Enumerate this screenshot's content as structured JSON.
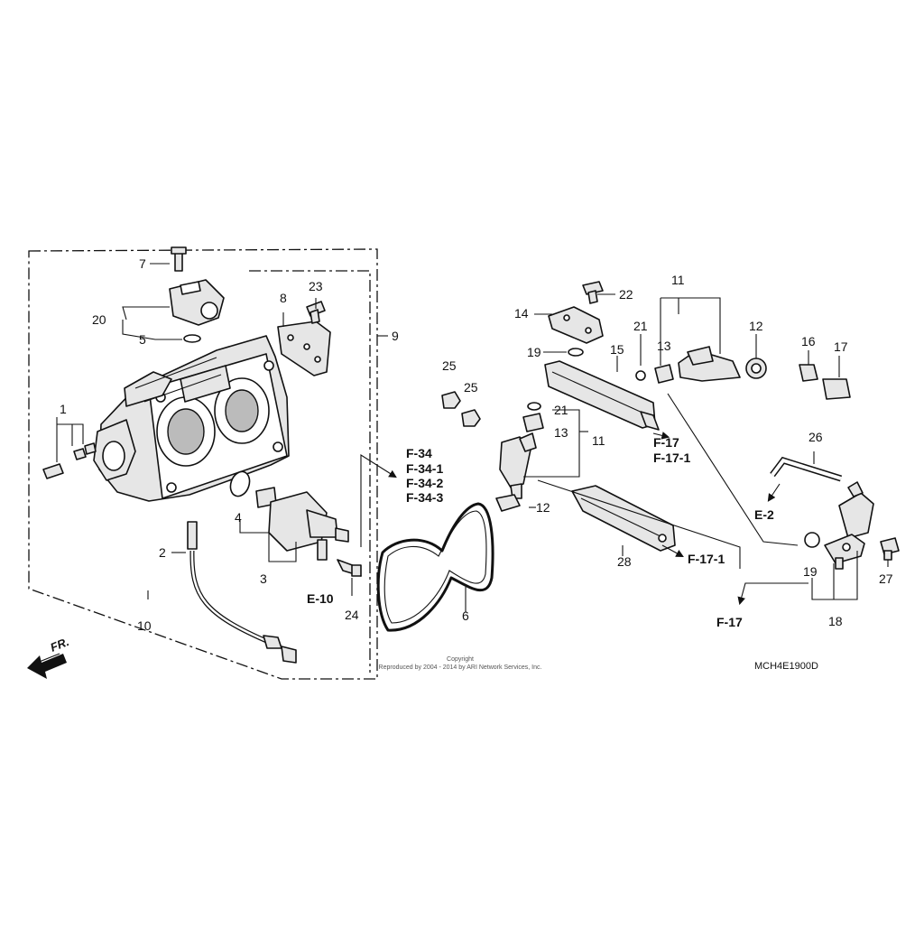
{
  "diagram": {
    "drawing_code": "MCH4E1900D",
    "copyright_line1": "Copyright",
    "copyright_line2": "Reproduced by 2004 - 2014 by ARI Network Services, Inc.",
    "direction_label": "FR.",
    "part_labels": {
      "p1": "1",
      "p2": "2",
      "p3": "3",
      "p4": "4",
      "p5": "5",
      "p6": "6",
      "p7": "7",
      "p8": "8",
      "p9": "9",
      "p10": "10",
      "p11a": "11",
      "p11b": "11",
      "p12a": "12",
      "p12b": "12",
      "p13a": "13",
      "p13b": "13",
      "p14": "14",
      "p15": "15",
      "p16": "16",
      "p17": "17",
      "p18": "18",
      "p19a": "19",
      "p19b": "19",
      "p20": "20",
      "p21a": "21",
      "p21b": "21",
      "p22": "22",
      "p23": "23",
      "p24": "24",
      "p25a": "25",
      "p25b": "25",
      "p26": "26",
      "p27": "27",
      "p28": "28"
    },
    "reference_labels": {
      "f34": "F-34",
      "f34_1": "F-34-1",
      "f34_2": "F-34-2",
      "f34_3": "F-34-3",
      "e10": "E-10",
      "f17a": "F-17",
      "f17_1a": "F-17-1",
      "f17_1b": "F-17-1",
      "e2": "E-2",
      "f17b": "F-17"
    }
  }
}
